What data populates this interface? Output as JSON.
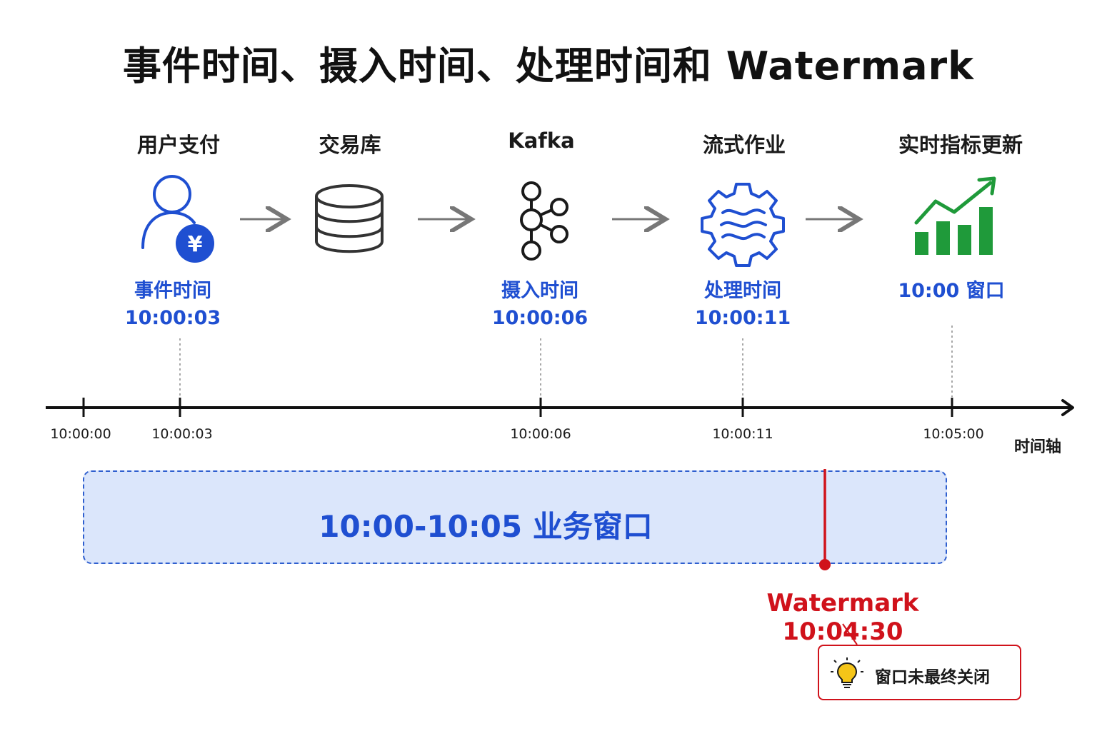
{
  "title": "事件时间、摄入时间、处理时间和 Watermark",
  "stages": [
    {
      "label": "用户支付",
      "icon": "user-payment-icon",
      "caption_lines": [
        "事件时间",
        "10:00:03"
      ]
    },
    {
      "label": "交易库",
      "icon": "database-icon",
      "caption_lines": []
    },
    {
      "label": "Kafka",
      "icon": "kafka-icon",
      "caption_lines": [
        "摄入时间",
        "10:00:06"
      ]
    },
    {
      "label": "流式作业",
      "icon": "stream-job-gear-icon",
      "caption_lines": [
        "处理时间",
        "10:00:11"
      ]
    },
    {
      "label": "实时指标更新",
      "icon": "bar-chart-trend-icon",
      "caption_lines": [
        "10:00 窗口"
      ]
    }
  ],
  "payment_symbol": "¥",
  "timeline": {
    "axis_name": "时间轴",
    "ticks": [
      "10:00:00",
      "10:00:03",
      "10:00:06",
      "10:00:11",
      "10:05:00"
    ]
  },
  "window": {
    "label": "10:00-10:05 业务窗口"
  },
  "watermark": {
    "label": "Watermark 10:04:30",
    "note": "窗口未最终关闭",
    "note_icon": "lightbulb-icon"
  },
  "colors": {
    "accent_blue": "#1f4fd1",
    "watermark_red": "#d0121b",
    "chart_green": "#1f9a3a",
    "window_fill": "#dbe6fb",
    "icon_dark": "#333333"
  }
}
